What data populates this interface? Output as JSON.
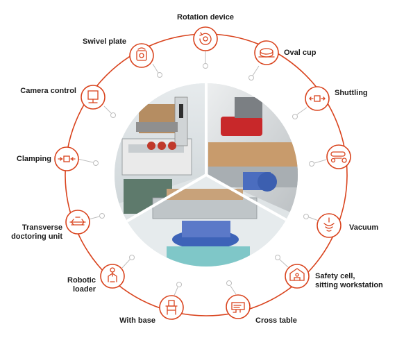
{
  "accent_color": "#d9431d",
  "connector_color": "#b9b9b9",
  "center": {
    "description_icon": "photo-collage",
    "segments": [
      "pad-printing-machine-photo",
      "conveyor-machine-photo",
      "cross-table-photo"
    ]
  },
  "options": [
    {
      "id": "rotation-device",
      "label": "Rotation device",
      "icon": "rotation-icon"
    },
    {
      "id": "oval-cup",
      "label": "Oval cup",
      "icon": "oval-cup-icon"
    },
    {
      "id": "shuttling",
      "label": "Shuttling",
      "icon": "shuttling-icon"
    },
    {
      "id": "conveyor",
      "label": "",
      "icon": "conveyor-icon"
    },
    {
      "id": "vacuum",
      "label": "Vacuum",
      "icon": "vacuum-icon"
    },
    {
      "id": "safety-cell",
      "label_line1": "Safety cell,",
      "label_line2": "sitting workstation",
      "icon": "workstation-icon"
    },
    {
      "id": "cross-table",
      "label": "Cross table",
      "icon": "cross-table-icon"
    },
    {
      "id": "with-base",
      "label": "With base",
      "icon": "base-icon"
    },
    {
      "id": "robotic-loader",
      "label_line1": "Robotic",
      "label_line2": "loader",
      "icon": "robot-icon"
    },
    {
      "id": "transverse-doctoring",
      "label_line1": "Transverse",
      "label_line2": "doctoring unit",
      "icon": "doctoring-icon"
    },
    {
      "id": "clamping",
      "label": "Clamping",
      "icon": "clamping-icon"
    },
    {
      "id": "camera-control",
      "label": "Camera control",
      "icon": "camera-icon"
    },
    {
      "id": "swivel-plate",
      "label": "Swivel plate",
      "icon": "swivel-plate-icon"
    }
  ]
}
